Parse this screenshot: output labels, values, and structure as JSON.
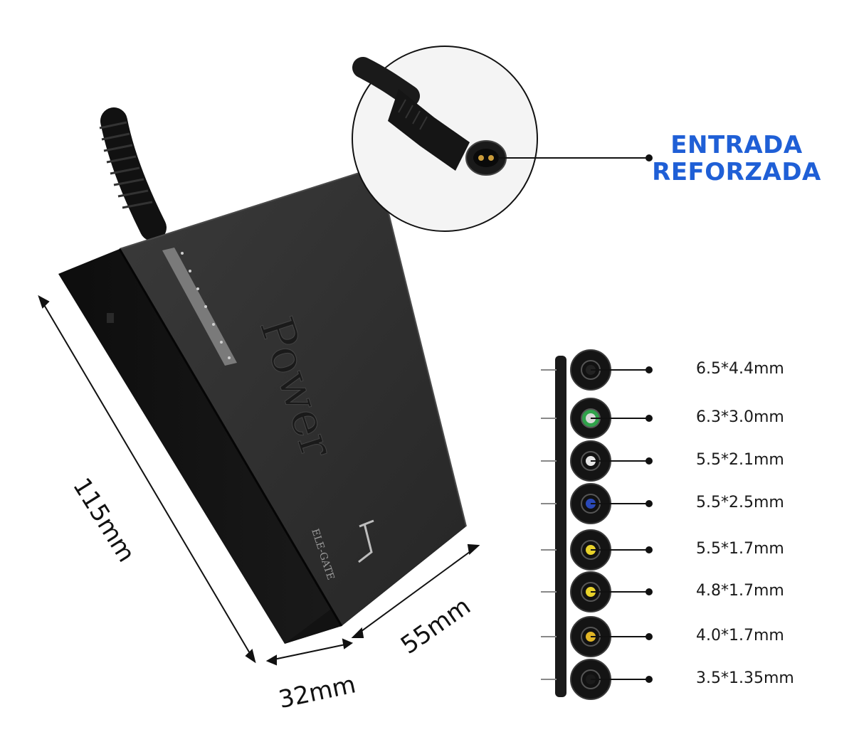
{
  "callout": {
    "line1": "ENTRADA",
    "line2": "REFORZADA",
    "color": "#1f5fd6"
  },
  "device": {
    "brand_text": "Power",
    "maker_text": "ELE-GATE",
    "body_color": "#1c1c1c"
  },
  "dimensions": {
    "length": "115mm",
    "width": "55mm",
    "height": "32mm"
  },
  "tips": [
    {
      "label": "6.5*4.4mm",
      "ring": "#111111",
      "core": "#222222"
    },
    {
      "label": "6.3*3.0mm",
      "ring": "#2fa24a",
      "core": "#d9d9d9"
    },
    {
      "label": "5.5*2.1mm",
      "ring": "#111111",
      "core": "#e6e6e6"
    },
    {
      "label": "5.5*2.5mm",
      "ring": "#111111",
      "core": "#2a49b8"
    },
    {
      "label": "5.5*1.7mm",
      "ring": "#111111",
      "core": "#e8d22a"
    },
    {
      "label": "4.8*1.7mm",
      "ring": "#111111",
      "core": "#e8d22a"
    },
    {
      "label": "4.0*1.7mm",
      "ring": "#111111",
      "core": "#e0b526"
    },
    {
      "label": "3.5*1.35mm",
      "ring": "#111111",
      "core": "#1a1a1a"
    }
  ]
}
